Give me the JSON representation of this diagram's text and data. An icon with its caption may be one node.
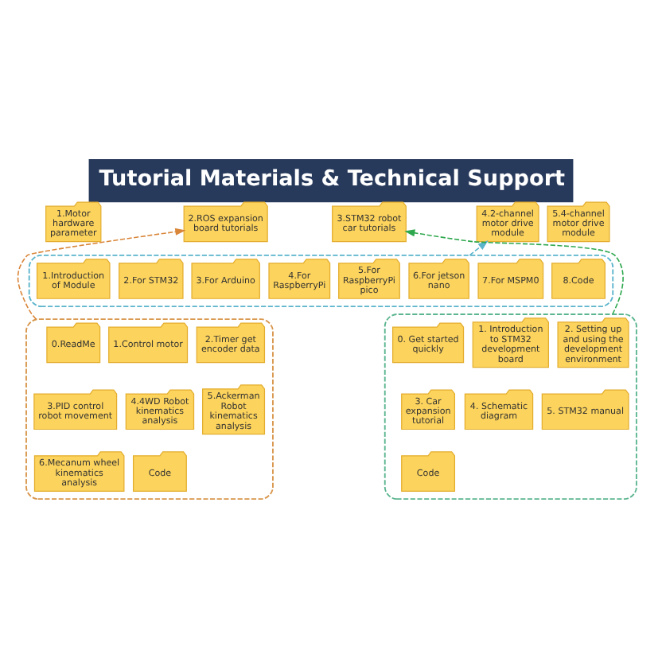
{
  "diagram": {
    "title": "Tutorial Materials & Technical Support",
    "nodes": [
      {
        "text": [
          "1.Motor hardware parameter"
        ]
      },
      {
        "text": [
          "2.ROS expansion board tutorials"
        ]
      },
      {
        "text": [
          "3.STM32 robot car tutorials"
        ]
      },
      {
        "text": [
          "4.2-channel motor drive module"
        ]
      },
      {
        "text": [
          "5.4-channel motor drive module"
        ]
      },
      {
        "text": [],
        "shape": "box"
      },
      {
        "text": [
          "1.Introduction of Module"
        ],
        "in": 5
      },
      {
        "text": [
          "2.For STM32"
        ],
        "in": 5
      },
      {
        "text": [
          "3.For Arduino"
        ],
        "in": 5
      },
      {
        "text": [
          "4.For RaspberryPi"
        ],
        "in": 5
      },
      {
        "text": [
          "5.For RaspberryPi pico"
        ],
        "in": 5
      },
      {
        "text": [
          "6.For jetson nano"
        ],
        "in": 5
      },
      {
        "text": [
          "7.For MSPM0"
        ],
        "in": 5
      },
      {
        "text": [
          "8.Code"
        ],
        "in": 5
      },
      {
        "text": [],
        "shape": "box"
      },
      {
        "text": [
          "0.ReadMe"
        ],
        "in": 14
      },
      {
        "text": [
          "1.Control motor"
        ],
        "in": 14
      },
      {
        "text": [
          "2.Timer get encoder data"
        ],
        "in": 14
      },
      {
        "text": [
          "3.PID control robot movement"
        ],
        "in": 14
      },
      {
        "text": [
          "4.4WD Robot kinematics analysis"
        ],
        "in": 14
      },
      {
        "text": [
          "5.Ackerman Robot kinematics analysis"
        ],
        "in": 14
      },
      {
        "text": [
          "6.Mecanum wheel kinematics analysis"
        ],
        "in": 14
      },
      {
        "text": [
          "Code"
        ],
        "in": 14
      },
      {
        "text": [],
        "shape": "box"
      },
      {
        "text": [
          "0. Get started quickly"
        ],
        "in": 23
      },
      {
        "text": [
          "1. Introduction to STM32 development board"
        ],
        "in": 23
      },
      {
        "text": [
          "2. Setting up and using the development environment"
        ],
        "in": 23
      },
      {
        "text": [
          "3. Car expansion tutorial"
        ],
        "in": 23
      },
      {
        "text": [
          "4. Schematic diagram"
        ],
        "in": 23
      },
      {
        "text": [
          "5. STM32 manual"
        ],
        "in": 23
      },
      {
        "text": [
          "Code"
        ],
        "in": 23
      }
    ],
    "edges": [
      {
        "from": 5,
        "to": 3,
        "arrow": "to",
        "style": "dashed",
        "color": "#5ab4cc"
      },
      {
        "from": 14,
        "to": 1,
        "arrow": "to",
        "style": "dashed",
        "color": "#d9863a"
      },
      {
        "from": 23,
        "to": 2,
        "arrow": "to",
        "style": "dashed",
        "color": "#2ea84e"
      }
    ]
  }
}
